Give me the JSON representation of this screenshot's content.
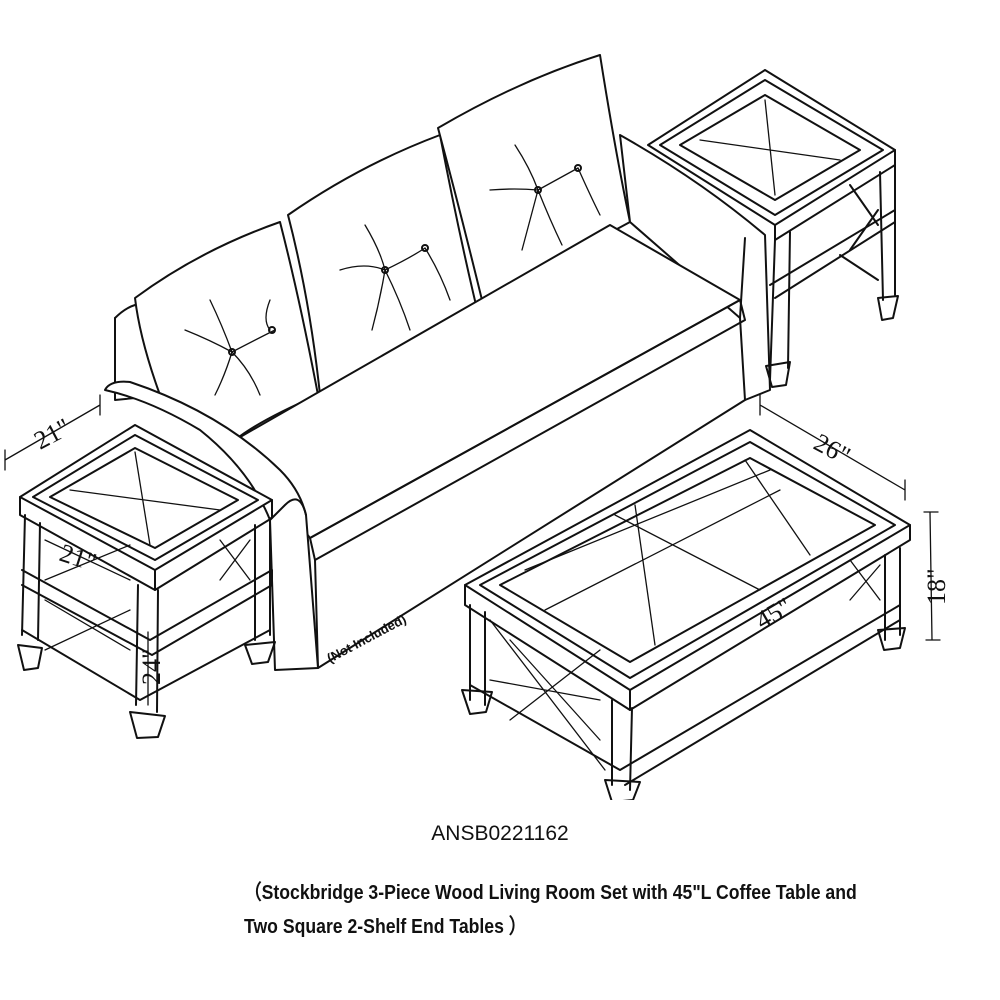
{
  "dimensions": {
    "end_table_depth": "21\"",
    "end_table_width": "21\"",
    "end_table_height": "24\"",
    "coffee_table_depth": "26\"",
    "coffee_table_length": "45\"",
    "coffee_table_height": "18\""
  },
  "sofa_note": "(Not Included)",
  "product_code": "ANSB0221162",
  "description_line1": "（Stockbridge 3-Piece Wood Living Room Set with 45\"L Coffee Table and",
  "description_line2": "Two Square 2-Shelf End Tables ）"
}
